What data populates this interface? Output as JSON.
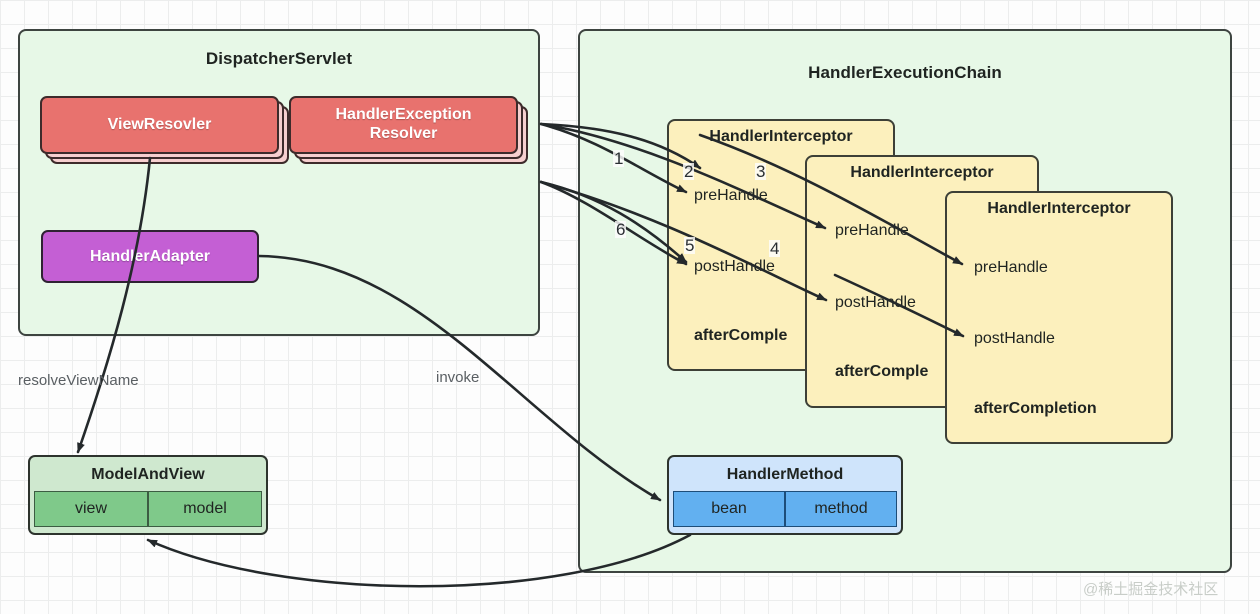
{
  "diagram": {
    "watermark": "@稀土掘金技术社区",
    "panels": {
      "dispatcher": {
        "title": "DispatcherServlet"
      },
      "chain": {
        "title": "HandlerExecutionChain"
      }
    },
    "dispatcher_components": {
      "view_resolver": "ViewResovler",
      "exception_resolver_line1": "HandlerException",
      "exception_resolver_line2": "Resolver",
      "handler_adapter": "HandlerAdapter"
    },
    "interceptors": [
      {
        "title": "HandlerInterceptor",
        "pre_handle": "preHandle",
        "post_handle": "postHandle",
        "after_completion": "afterComple"
      },
      {
        "title": "HandlerInterceptor",
        "pre_handle": "preHandle",
        "post_handle": "postHandle",
        "after_completion": "afterComple"
      },
      {
        "title": "HandlerInterceptor",
        "pre_handle": "preHandle",
        "post_handle": "postHandle",
        "after_completion": "afterCompletion"
      }
    ],
    "model_and_view": {
      "title": "ModelAndView",
      "cells": [
        "view",
        "model"
      ]
    },
    "handler_method": {
      "title": "HandlerMethod",
      "cells": [
        "bean",
        "method"
      ]
    },
    "edge_labels": {
      "resolve_view_name": "resolveViewName",
      "invoke": "invoke"
    },
    "sequence_numbers": [
      "1",
      "2",
      "3",
      "4",
      "5",
      "6"
    ],
    "colors": {
      "panel_fill": "#e7f8e7",
      "panel_border": "#3d4440",
      "red_card": "#e8726e",
      "purple_card": "#c45fd4",
      "interceptor_fill": "#fcf0bd",
      "mav_cell": "#7fc98a",
      "handler_method_cell": "#62b0f0",
      "arrow": "#24292b"
    }
  }
}
